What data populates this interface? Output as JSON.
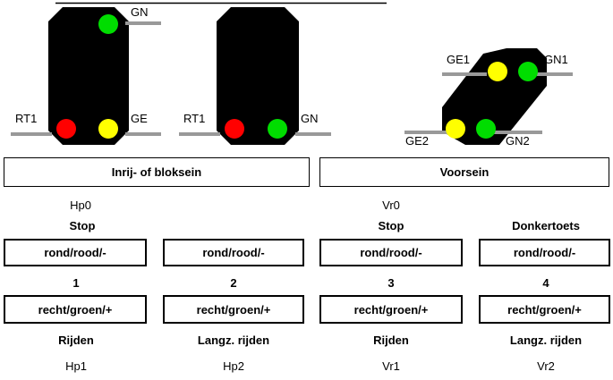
{
  "signals": {
    "home1": {
      "top": "GN",
      "left": "RT1",
      "right": "GE"
    },
    "home2": {
      "left": "RT1",
      "right": "GN"
    },
    "distant": {
      "tl": "GE1",
      "tr": "GN1",
      "bl": "GE2",
      "br": "GN2"
    }
  },
  "headers": {
    "home": "Inrij- of bloksein",
    "distant": "Voorsein"
  },
  "aspects": [
    {
      "code_top": "Hp0",
      "label_top": "Stop",
      "setting_top": "rond/rood/-",
      "number": "1",
      "setting_bottom": "recht/groen/+",
      "label_bottom": "Rijden",
      "code_bottom": "Hp1"
    },
    {
      "code_top": "",
      "label_top": "",
      "setting_top": "rond/rood/-",
      "number": "2",
      "setting_bottom": "recht/groen/+",
      "label_bottom": "Langz. rijden",
      "code_bottom": "Hp2"
    },
    {
      "code_top": "Vr0",
      "label_top": "Stop",
      "setting_top": "rond/rood/-",
      "number": "3",
      "setting_bottom": "recht/groen/+",
      "label_bottom": "Rijden",
      "code_bottom": "Vr1"
    },
    {
      "code_top": "",
      "label_top": "Donkertoets",
      "setting_top": "rond/rood/-",
      "number": "4",
      "setting_bottom": "recht/groen/+",
      "label_bottom": "Langz. rijden",
      "code_bottom": "Vr2"
    }
  ],
  "colors": {
    "red": "#ff0000",
    "green": "#00dd00",
    "yellow": "#ffff00",
    "body": "#000000",
    "bar": "#999999"
  }
}
